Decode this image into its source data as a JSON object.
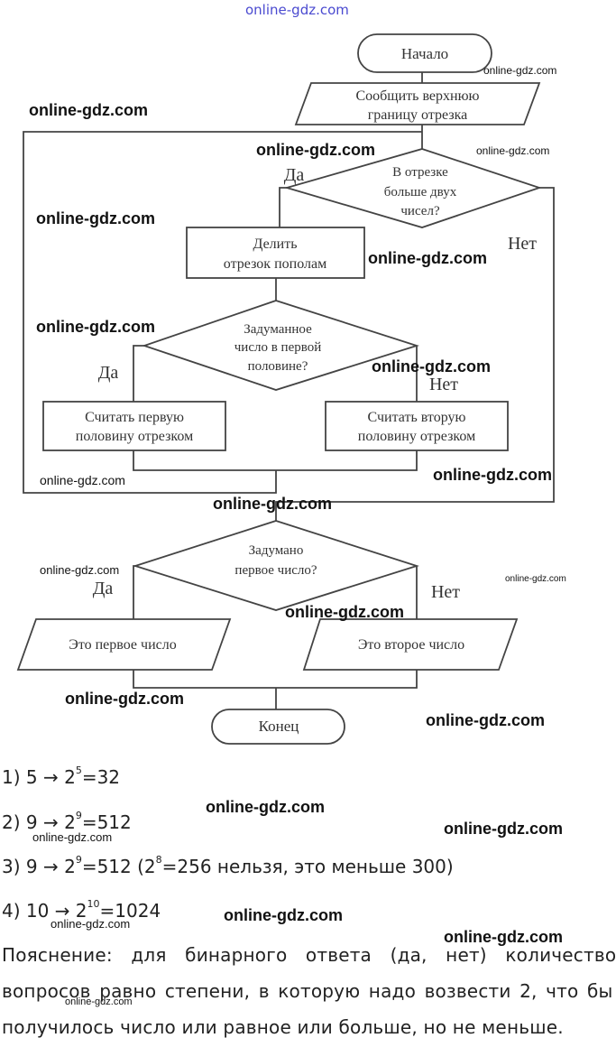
{
  "top_link": "online-gdz.com",
  "flowchart": {
    "start": "Начало",
    "input": [
      "Сообщить верхнюю",
      "границу отрезка"
    ],
    "cond1": [
      "В отрезке",
      "больше двух",
      "чисел?"
    ],
    "cond1_yes": "Да",
    "cond1_no": "Нет",
    "split": [
      "Делить",
      "отрезок пополам"
    ],
    "cond2": [
      "Задуманное",
      "число в первой",
      "половине?"
    ],
    "cond2_yes": "Да",
    "cond2_no": "Нет",
    "first_half": [
      "Считать первую",
      "половину отрезком"
    ],
    "second_half": [
      "Считать вторую",
      "половину отрезком"
    ],
    "cond3": [
      "Задумано",
      "первое число?"
    ],
    "cond3_yes": "Да",
    "cond3_no": "Нет",
    "out1": "Это первое число",
    "out2": "Это второе число",
    "end": "Конец"
  },
  "answers": [
    {
      "prefix": "1) 5 → 2",
      "exp": "5",
      "suffix": "=32"
    },
    {
      "prefix": "2) 9 → 2",
      "exp": "9",
      "suffix": "=512"
    },
    {
      "prefix": "3) 9 → 2",
      "exp": "9",
      "suffix": "=512 (2",
      "exp2": "8",
      "suffix2": "=256  нельзя, это меньше 300)"
    },
    {
      "prefix": "4) 10 → 2",
      "exp": "10",
      "suffix": "=1024"
    }
  ],
  "explanation": [
    "Пояснение: для бинарного ответа (да, нет) количество",
    "вопросов равно степени, в которую надо возвести 2, что бы",
    "получилось число или равное или больше, но не меньше."
  ],
  "watermark": "online-gdz.com"
}
